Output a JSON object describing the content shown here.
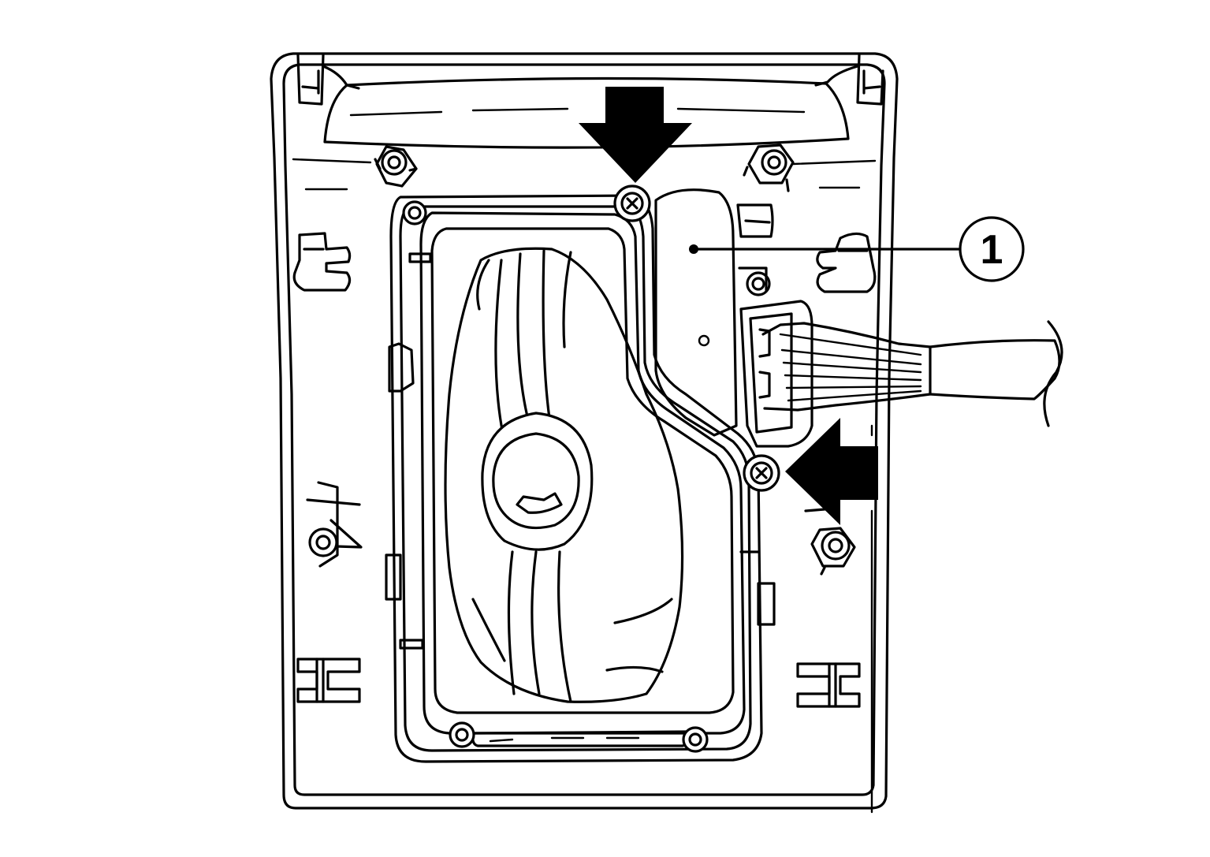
{
  "diagram": {
    "callouts": [
      {
        "id": "1",
        "label": "1"
      }
    ],
    "arrow_count": 2,
    "colors": {
      "line": "#000000",
      "background": "#ffffff"
    }
  }
}
